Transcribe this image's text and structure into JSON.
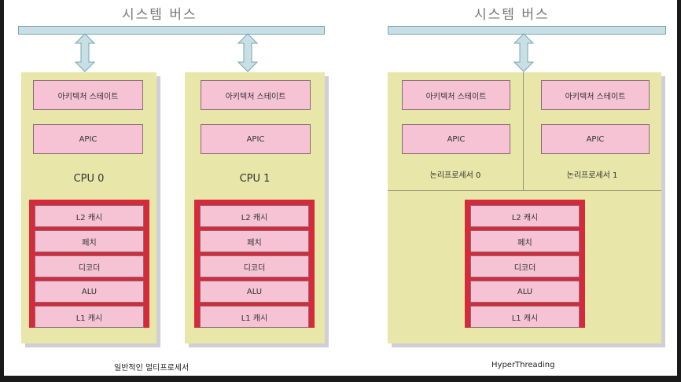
{
  "left": {
    "bus_title": "시스템 버스",
    "cpus": [
      {
        "arch_state": "아키텍처 스테이트",
        "apic": "APIC",
        "label": "CPU 0",
        "units": [
          "L2 캐시",
          "페치",
          "디코더",
          "ALU",
          "L1 캐시"
        ]
      },
      {
        "arch_state": "아키텍처 스테이트",
        "apic": "APIC",
        "label": "CPU 1",
        "units": [
          "L2 캐시",
          "페치",
          "디코더",
          "ALU",
          "L1 캐시"
        ]
      }
    ],
    "caption": "일반적인 멀티프로세서"
  },
  "right": {
    "bus_title": "시스템 버스",
    "logical": [
      {
        "arch_state": "아키텍처 스테이트",
        "apic": "APIC",
        "label": "논리프로세서 0"
      },
      {
        "arch_state": "아키텍처 스테이트",
        "apic": "APIC",
        "label": "논리프로세서 1"
      }
    ],
    "units": [
      "L2 캐시",
      "페치",
      "디코더",
      "ALU",
      "L1 캐시"
    ],
    "caption": "HyperThreading"
  },
  "colors": {
    "panel": "#e8e6a8",
    "pink": "#f5c3d4",
    "core_border": "#d42a3c",
    "bus": "#c9dfe6"
  }
}
